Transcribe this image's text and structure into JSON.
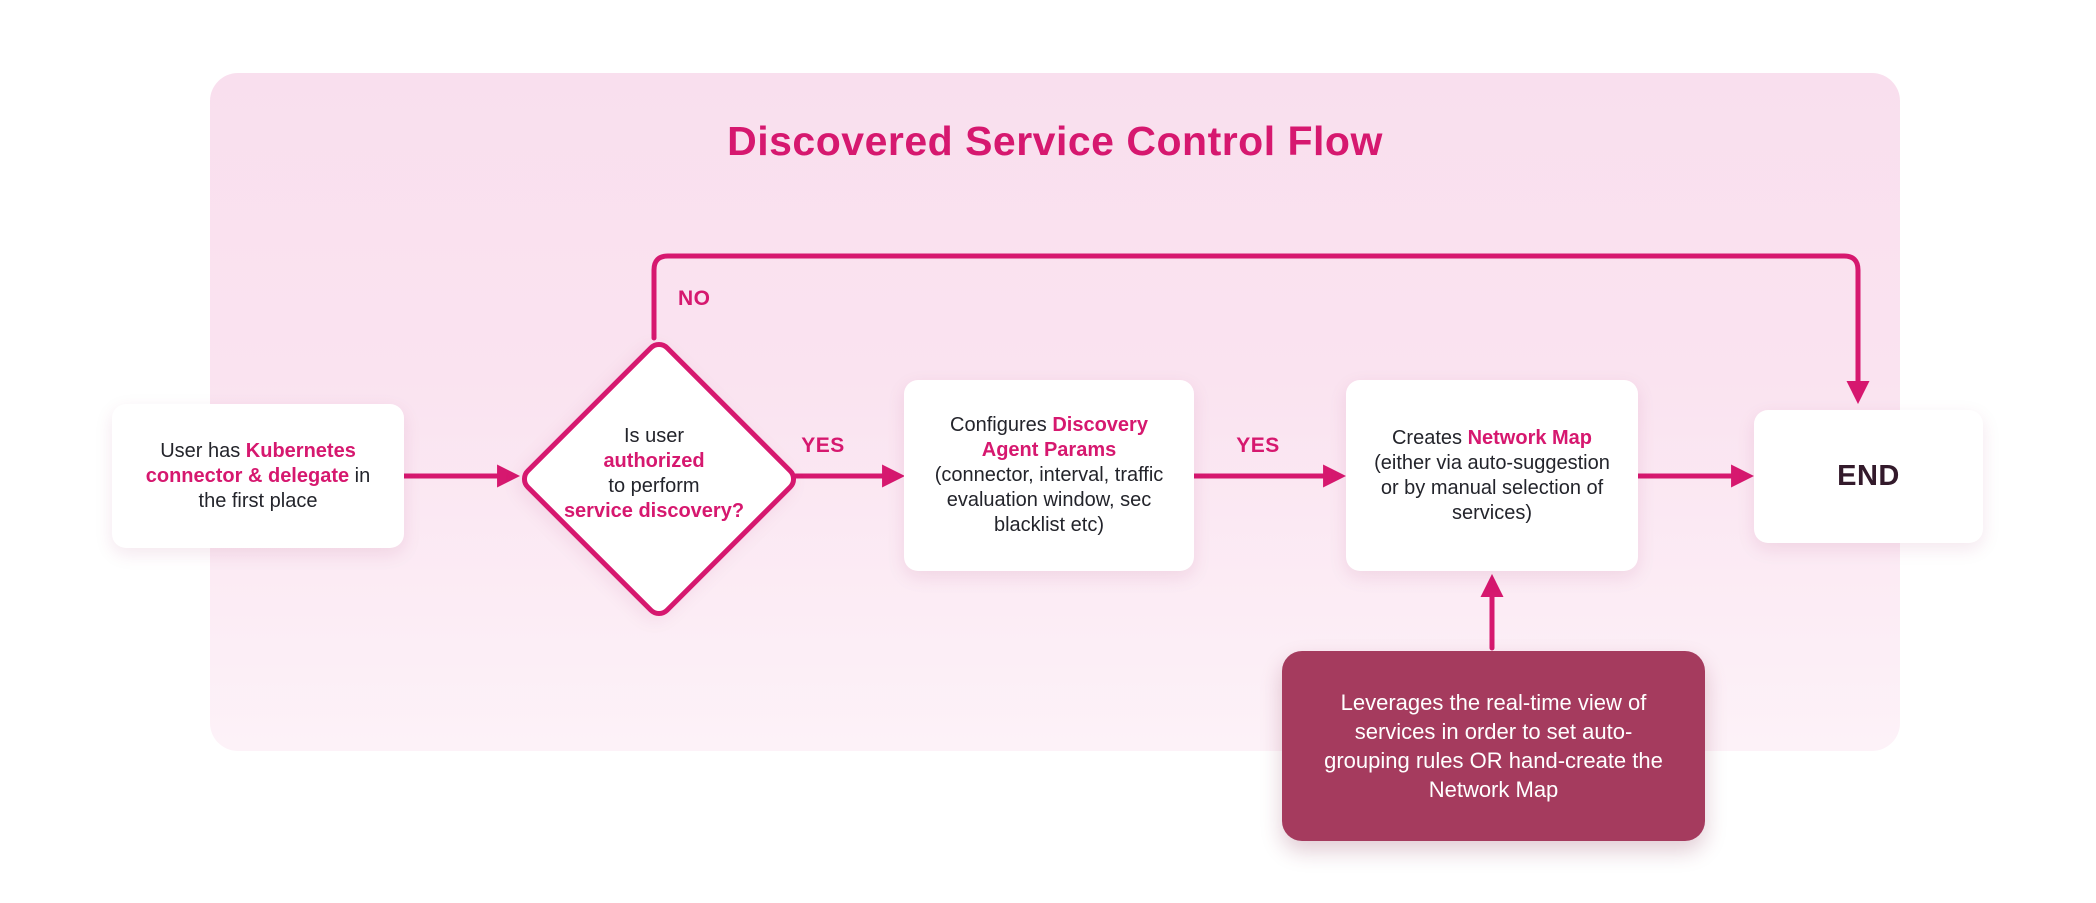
{
  "page": {
    "title": "Discovered Service Control Flow"
  },
  "colors": {
    "accent": "#d6186f",
    "note_bg": "#a53b5e",
    "end_text": "#331a2b",
    "panel_top": "#f9dfee",
    "panel_bottom": "#fdf2f8"
  },
  "nodes": {
    "start": {
      "pre": "User has ",
      "accent": "Kubernetes connector & delegate",
      "post": " in the first place"
    },
    "decision": {
      "line1": "Is user",
      "line2": "authorized",
      "line3": "to perform",
      "line4": "service discovery?"
    },
    "configure": {
      "pre": "Configures ",
      "accent": "Discovery Agent Params",
      "detail": "(connector, interval, traffic evaluation window, sec blacklist etc)"
    },
    "network_map": {
      "pre": "Creates ",
      "accent": "Network Map",
      "detail": "(either via auto-suggestion or by manual selection of services)"
    },
    "end": {
      "label": "END"
    },
    "note": {
      "text": "Leverages the real-time view of services in order to set auto-grouping rules OR hand-create the Network Map"
    }
  },
  "edges": {
    "no_label": "NO",
    "yes1_label": "YES",
    "yes2_label": "YES"
  }
}
